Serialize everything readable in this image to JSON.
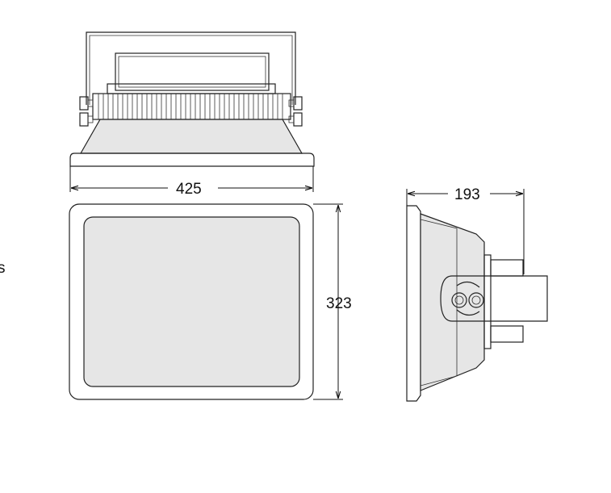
{
  "dimensions": {
    "width": "425",
    "height": "323",
    "depth": "193"
  },
  "margin_text": "s"
}
